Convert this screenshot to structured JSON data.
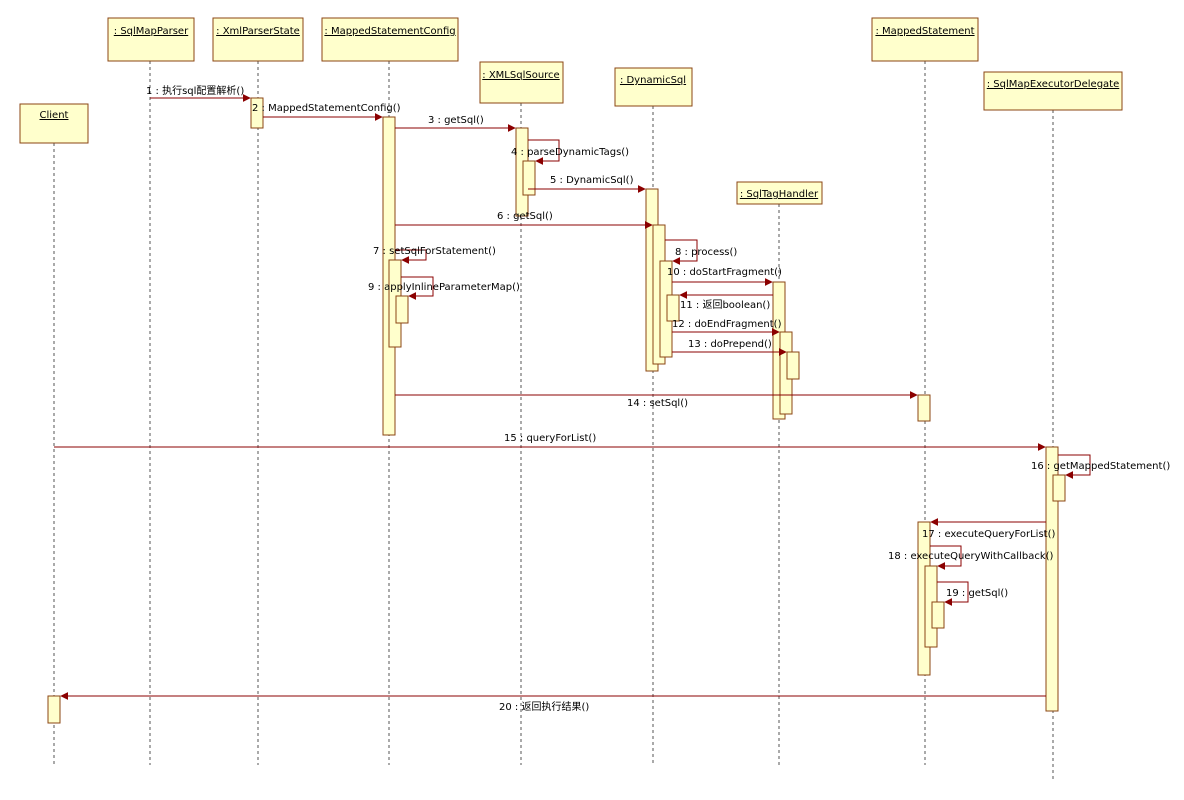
{
  "objects": [
    {
      "id": "client",
      "name": "Client"
    },
    {
      "id": "parser",
      "name": ": SqlMapParser"
    },
    {
      "id": "state",
      "name": ": XmlParserState"
    },
    {
      "id": "msconfig",
      "name": ": MappedStatementConfig"
    },
    {
      "id": "xmlsrc",
      "name": ": XMLSqlSource"
    },
    {
      "id": "dynsql",
      "name": ": DynamicSql"
    },
    {
      "id": "taghandler",
      "name": ": SqlTagHandler"
    },
    {
      "id": "mstmt",
      "name": ": MappedStatement"
    },
    {
      "id": "delegate",
      "name": ": SqlMapExecutorDelegate"
    }
  ],
  "messages": [
    {
      "label": "1 : 执行sql配置解析()"
    },
    {
      "label": "2 : MappedStatementConfig()"
    },
    {
      "label": "3 : getSql()"
    },
    {
      "label": "4 : parseDynamicTags()"
    },
    {
      "label": "5 : DynamicSql()"
    },
    {
      "label": "6 : getSql()"
    },
    {
      "label": "7 : setSqlForStatement()"
    },
    {
      "label": "8 : process()"
    },
    {
      "label": "9 : applyInlineParameterMap()"
    },
    {
      "label": "10 : doStartFragment()"
    },
    {
      "label": "11 : 返回boolean()"
    },
    {
      "label": "12 : doEndFragment()"
    },
    {
      "label": "13 : doPrepend()"
    },
    {
      "label": "14 : setSql()"
    },
    {
      "label": "15 : queryForList()"
    },
    {
      "label": "16 : getMappedStatement()"
    },
    {
      "label": "17 : executeQueryForList()"
    },
    {
      "label": "18 : executeQueryWithCallback()"
    },
    {
      "label": "19 : getSql()"
    },
    {
      "label": "20 : 返回执行结果()"
    }
  ],
  "colors": {
    "box_fill": "#ffffcc",
    "box_stroke": "#8b4513",
    "arrow": "#8b0000"
  }
}
